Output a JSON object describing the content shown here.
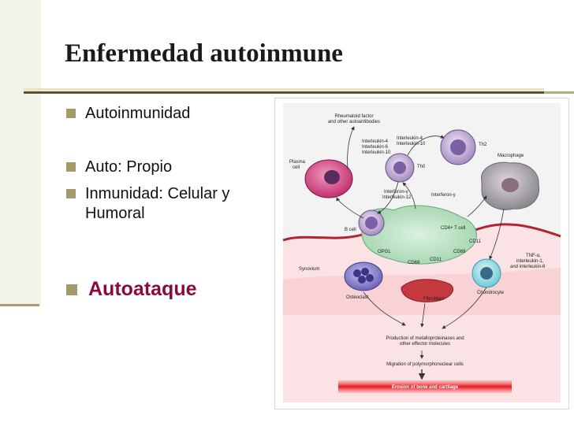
{
  "slide": {
    "title": "Enfermedad autoinmune",
    "bullets": [
      "Autoinmunidad",
      "Auto: Propio",
      "Inmunidad: Celular y Humoral",
      "Autoataque"
    ],
    "highlight_color": "#8b0a3d",
    "bullet_color": "#a39b6b"
  },
  "figure": {
    "labels": {
      "rheumatoid": [
        "Rheumatoid factor",
        "and other autoantibodies"
      ],
      "plasma": [
        "Plasma",
        "cell"
      ],
      "il4": [
        "Interleukin-4",
        "Interleukin-6",
        "Interleukin-10"
      ],
      "il4b": [
        "Interleukin-4",
        "Interleukin-10"
      ],
      "th2": "Th2",
      "th0": "Th0",
      "macrophage": "Macrophage",
      "ifn_il12": [
        "Interferon-γ",
        "Interleukin-12"
      ],
      "ifn": "Interferon-γ",
      "bcell": "B cell",
      "cd4": "CD4+ T cell",
      "cd11_a": "CD11",
      "cd69_a": "CD69",
      "opgl": "OPGL",
      "cd69_b": "CD69",
      "cd11_b": "CD11",
      "synovium": "Synovium",
      "tnf": [
        "TNF-α,",
        "interleukin-1,",
        "and interleukin-6"
      ],
      "osteoclast": "Osteoclast",
      "fibroblast": "Fibroblast",
      "chondrocyte": "Chondrocyte",
      "production": [
        "Production of metalloproteinases and",
        "other effector molecules"
      ],
      "migration": "Migration of polymorphonuclear cells",
      "erosion": "Erosion of bone and cartilage"
    }
  }
}
